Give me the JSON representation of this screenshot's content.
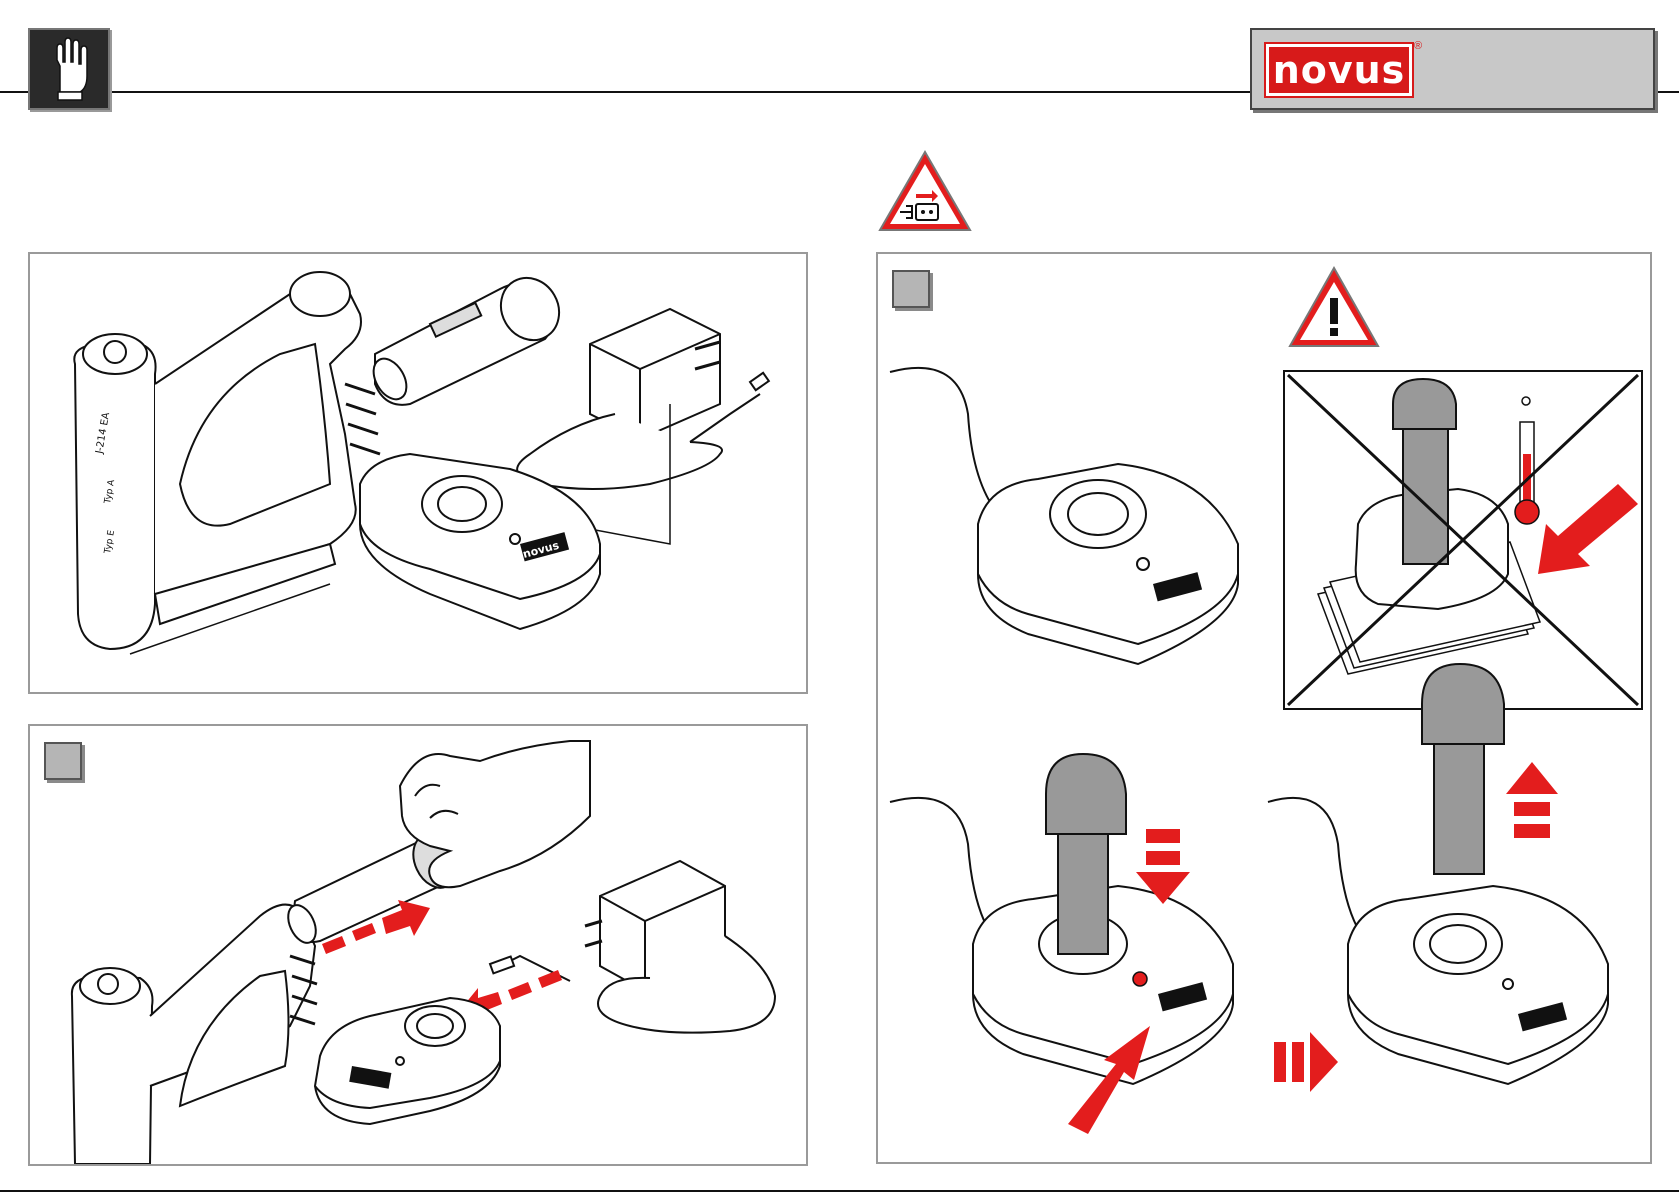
{
  "header": {
    "brand_logo_text": "novus",
    "registered_mark": "®",
    "brand_color": "#d71a1a"
  },
  "colors": {
    "accent_red": "#e31d1d",
    "panel_border": "#9a9a9a",
    "step_box": "#b5b5b5"
  },
  "icons": {
    "hand": "hand-icon",
    "unplug_warning": "unplug-warning-icon",
    "caution_warning": "caution-warning-icon",
    "thermometer": "thermometer-icon"
  },
  "product_labels": {
    "charger_brand": "novus",
    "tool_model": "J-214 EA",
    "tool_type_a": "Typ A",
    "tool_type_e": "Typ E"
  }
}
